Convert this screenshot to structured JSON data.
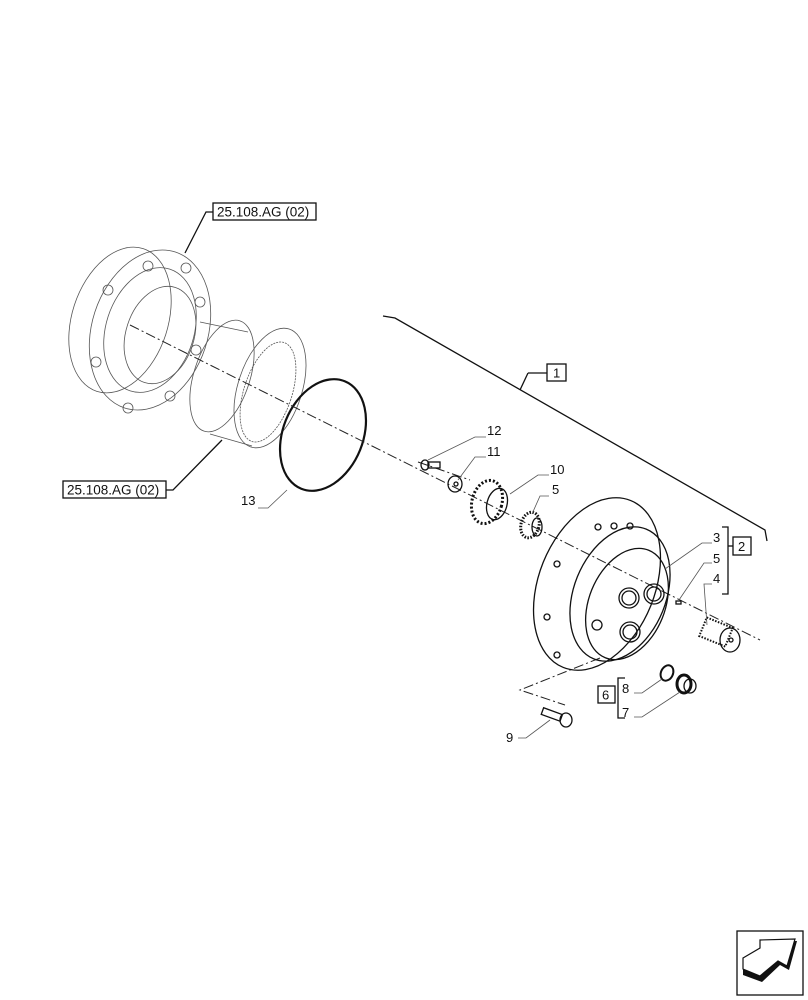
{
  "diagram": {
    "references": {
      "housing_ref": "25.108.AG (02)",
      "ring_gear_ref": "25.108.AG (02)"
    },
    "boxed_items": {
      "assembly": "1",
      "carrier_kit": "2",
      "plug_kit": "6"
    },
    "callouts": {
      "bolt_12": "12",
      "washer_11": "11",
      "gear_10": "10",
      "bearing_5_top": "5",
      "o_ring_13": "13",
      "carrier_3": "3",
      "pin_5": "5",
      "shaft_4": "4",
      "seal_8": "8",
      "plug_7": "7",
      "bolt_9": "9"
    },
    "nav_icon": "next-page-arrow-icon"
  }
}
